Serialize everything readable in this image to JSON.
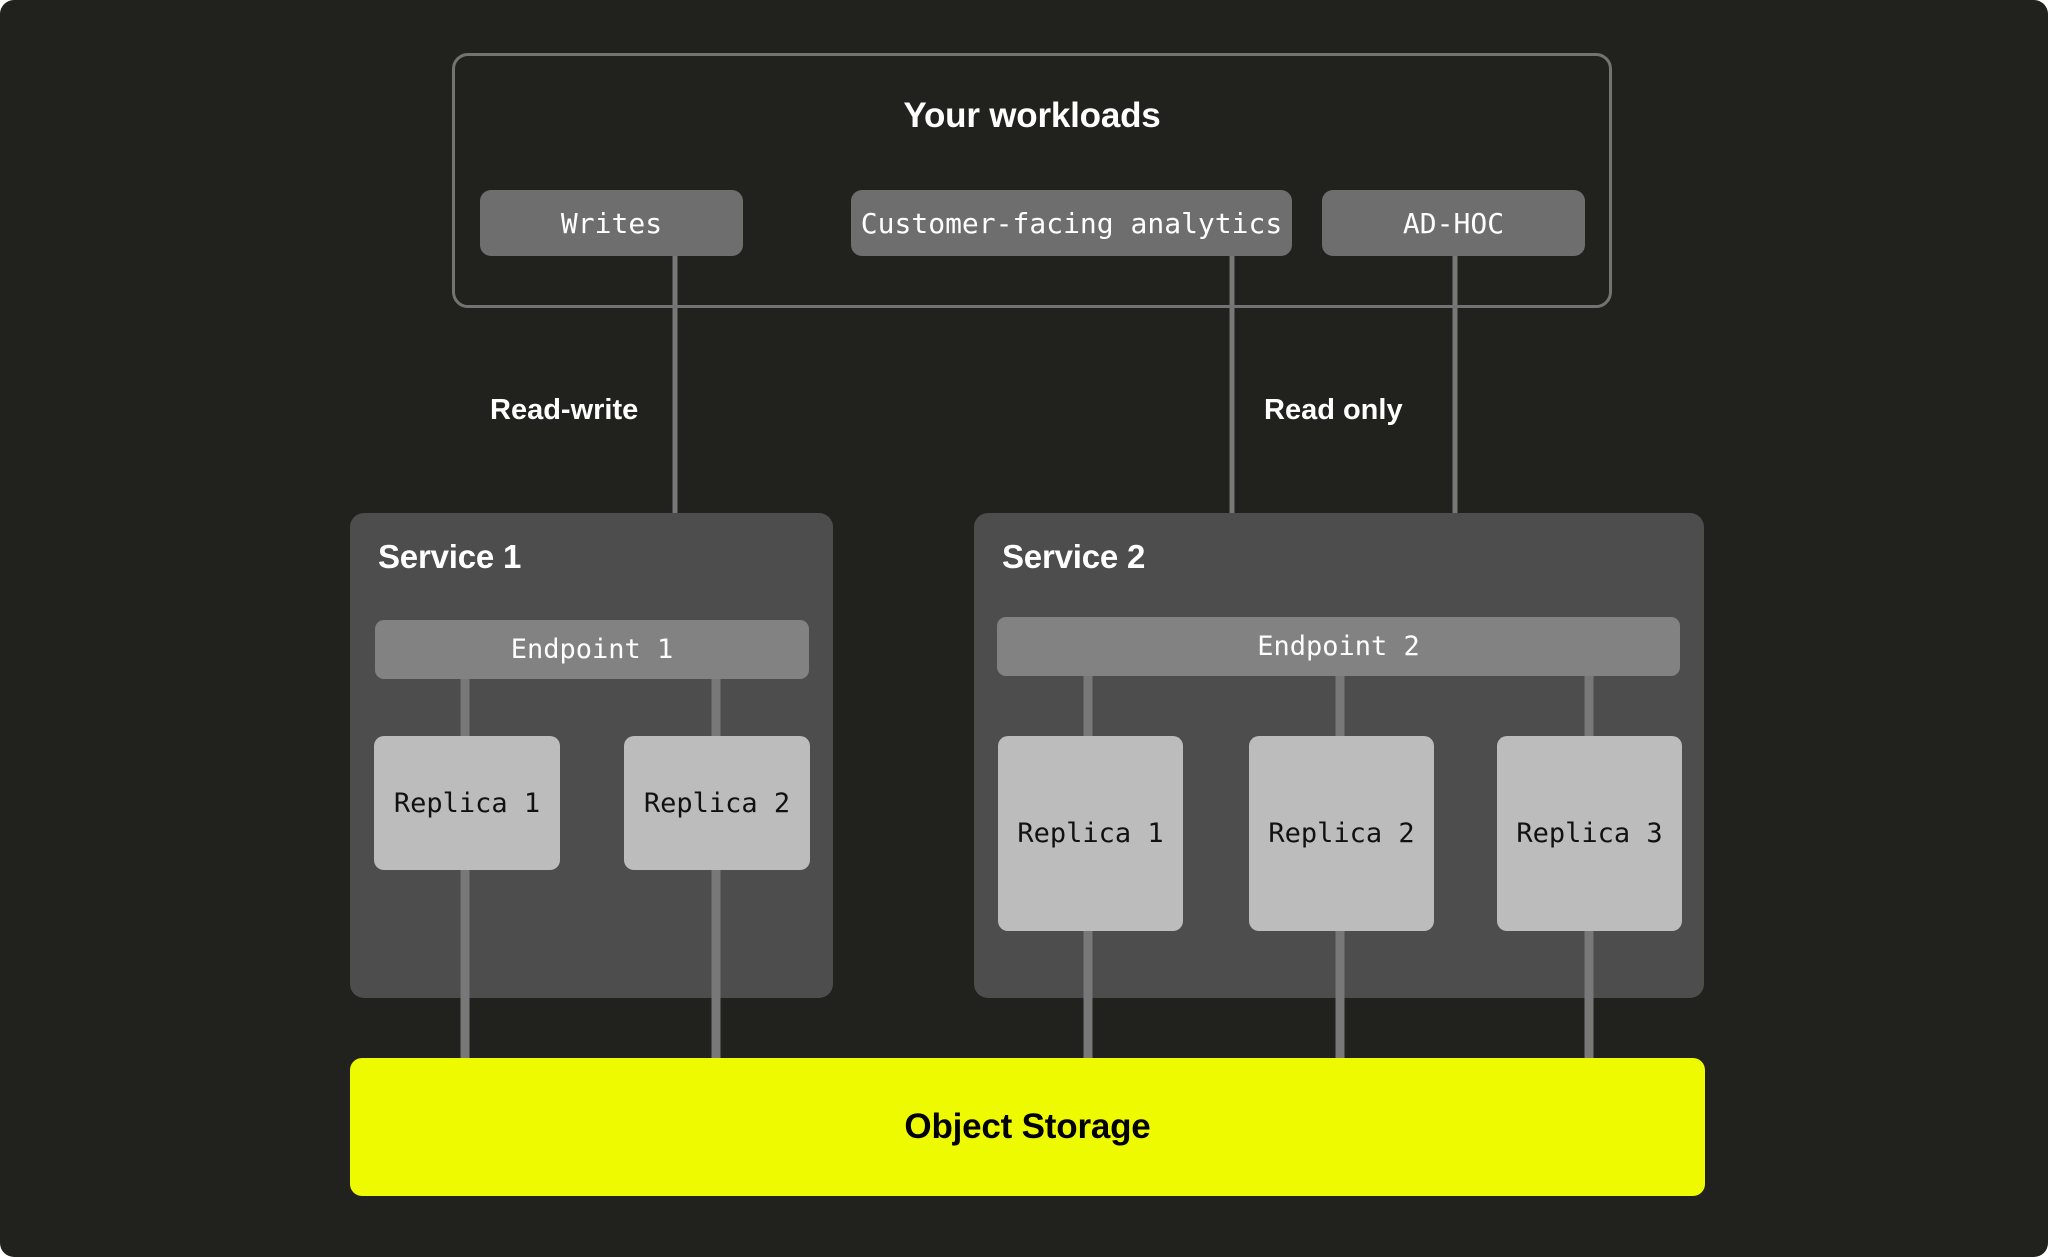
{
  "page": {
    "background_color": "#21211E",
    "title": "Service replicas over shared object storage"
  },
  "workloads": {
    "title": "Your workloads",
    "border_color": "#737373",
    "chips": [
      {
        "id": "writes",
        "label": "Writes"
      },
      {
        "id": "customer-facing-analytics",
        "label": "Customer-facing analytics"
      },
      {
        "id": "ad-hoc",
        "label": "AD-HOC"
      }
    ]
  },
  "edges": {
    "read_write_label": "Read-write",
    "read_only_label": "Read only",
    "line_color": "#787878",
    "arrow_color": "#9A9A9A"
  },
  "services": [
    {
      "id": "service-1",
      "title": "Service 1",
      "background_color": "#4D4D4D",
      "endpoint": {
        "label": "Endpoint 1",
        "background_color": "#828282"
      },
      "replicas": [
        {
          "label": "Replica 1"
        },
        {
          "label": "Replica 2"
        }
      ]
    },
    {
      "id": "service-2",
      "title": "Service 2",
      "background_color": "#4D4D4D",
      "endpoint": {
        "label": "Endpoint 2",
        "background_color": "#828282"
      },
      "replicas": [
        {
          "label": "Replica 1"
        },
        {
          "label": "Replica 2"
        },
        {
          "label": "Replica 3"
        }
      ]
    }
  ],
  "storage": {
    "label": "Object Storage",
    "background_color": "#EEFA00",
    "text_color": "#000000"
  }
}
